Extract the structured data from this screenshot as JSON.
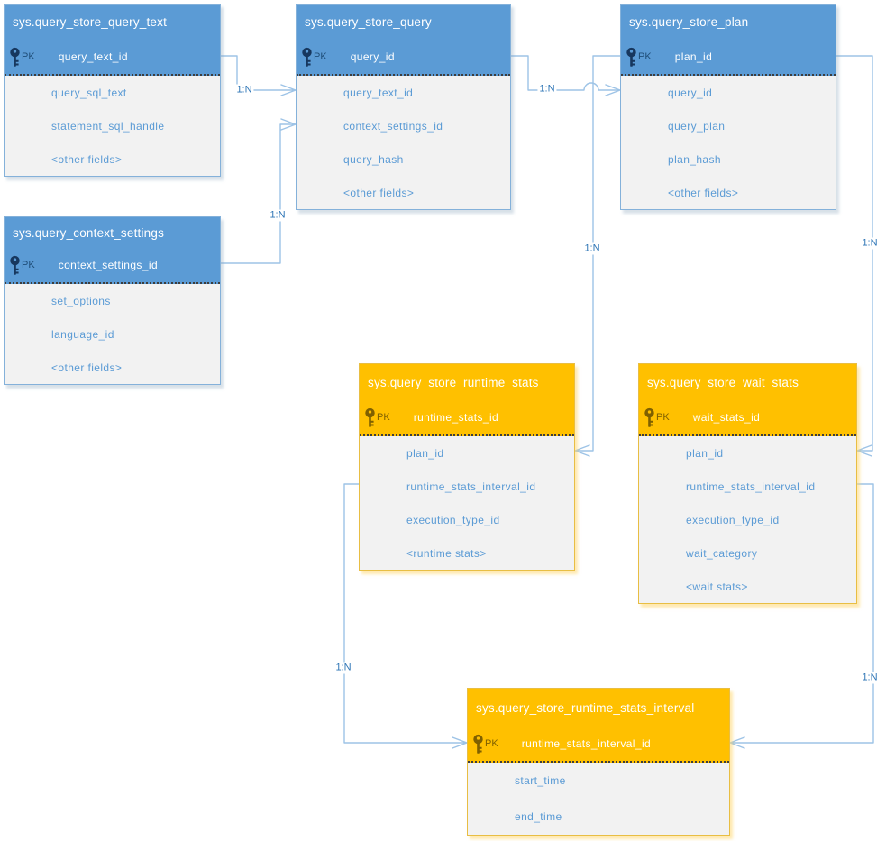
{
  "labels": {
    "pk": "PK",
    "cardinality": "1:N"
  },
  "colors": {
    "blue_header": "#5b9bd5",
    "orange_header": "#ffc000",
    "body_background": "#f2f2f2",
    "field_text": "#5b9bd5",
    "connector_line": "#9dc3e6",
    "cardinality_text": "#2e75b6"
  },
  "tables": {
    "query_text": {
      "title": "sys.query_store_query_text",
      "theme": "blue",
      "pk": "query_text_id",
      "fields": [
        "query_sql_text",
        "statement_sql_handle",
        "<other fields>"
      ]
    },
    "query": {
      "title": "sys.query_store_query",
      "theme": "blue",
      "pk": "query_id",
      "fields": [
        "query_text_id",
        "context_settings_id",
        "query_hash",
        "<other fields>"
      ]
    },
    "plan": {
      "title": "sys.query_store_plan",
      "theme": "blue",
      "pk": "plan_id",
      "fields": [
        "query_id",
        "query_plan",
        "plan_hash",
        "<other fields>"
      ]
    },
    "context_settings": {
      "title": "sys.query_context_settings",
      "theme": "blue",
      "pk": "context_settings_id",
      "fields": [
        "set_options",
        "language_id",
        "<other fields>"
      ]
    },
    "runtime_stats": {
      "title": "sys.query_store_runtime_stats",
      "theme": "orange",
      "pk": "runtime_stats_id",
      "fields": [
        "plan_id",
        "runtime_stats_interval_id",
        "execution_type_id",
        "<runtime stats>"
      ]
    },
    "wait_stats": {
      "title": "sys.query_store_wait_stats",
      "theme": "orange",
      "pk": "wait_stats_id",
      "fields": [
        "plan_id",
        "runtime_stats_interval_id",
        "execution_type_id",
        "wait_category",
        "<wait stats>"
      ]
    },
    "interval": {
      "title": "sys.query_store_runtime_stats_interval",
      "theme": "orange",
      "pk": "runtime_stats_interval_id",
      "fields": [
        "start_time",
        "end_time"
      ]
    }
  },
  "connectors": [
    {
      "from": "sys.query_store_query_text",
      "to": "sys.query_store_query",
      "label": "1:N"
    },
    {
      "from": "sys.query_context_settings",
      "to": "sys.query_store_query",
      "label": "1:N"
    },
    {
      "from": "sys.query_store_query",
      "to": "sys.query_store_plan",
      "label": "1:N"
    },
    {
      "from": "sys.query_store_plan",
      "to": "sys.query_store_runtime_stats",
      "label": "1:N"
    },
    {
      "from": "sys.query_store_plan",
      "to": "sys.query_store_wait_stats",
      "label": "1:N"
    },
    {
      "from": "sys.query_store_runtime_stats_interval",
      "to": "sys.query_store_runtime_stats",
      "label": "1:N"
    },
    {
      "from": "sys.query_store_runtime_stats_interval",
      "to": "sys.query_store_wait_stats",
      "label": "1:N"
    }
  ]
}
